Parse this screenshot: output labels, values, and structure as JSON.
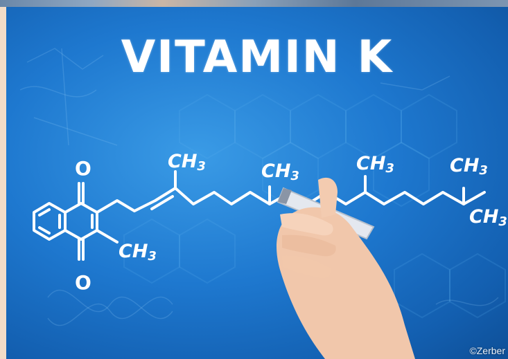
{
  "image": {
    "title": "VITAMIN K",
    "labels": {
      "ch3_1": "CH",
      "ch3_2": "CH",
      "ch3_3": "CH",
      "ch3_4": "CH",
      "ch3_5": "CH",
      "ch3_ring": "CH",
      "subscript": "3",
      "oxygen_top": "O",
      "oxygen_bottom": "O"
    },
    "credit": "©Zerber"
  },
  "colors": {
    "background_blue": "#1e78cf",
    "ink": "#ffffff",
    "border": "#f2dcc8"
  }
}
